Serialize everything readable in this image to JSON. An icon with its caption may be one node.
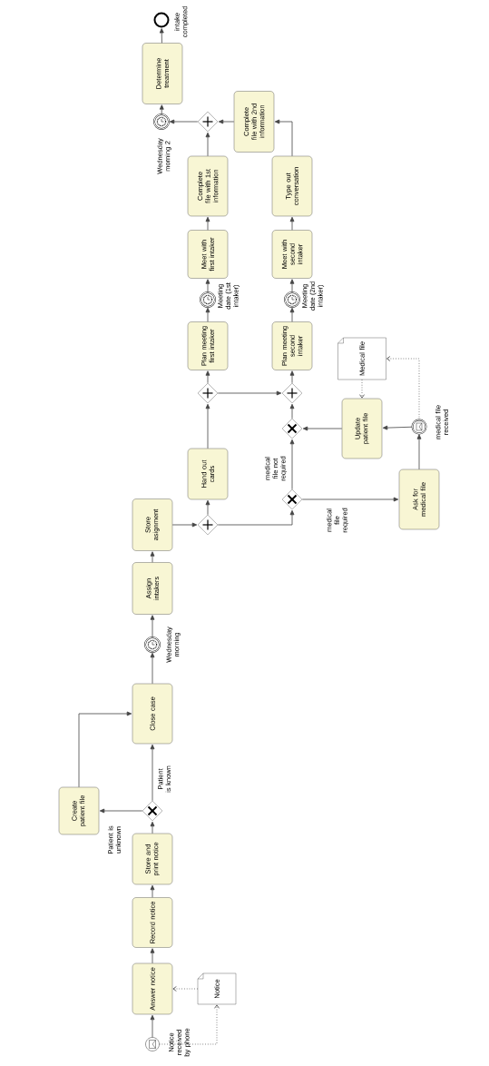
{
  "diagram": {
    "nodes": [
      {
        "text": [],
        "shape": "circle",
        "beside": [
          "Notice received by phone"
        ]
      },
      {
        "text": [
          "Answer notice"
        ]
      },
      {
        "text": [
          "Record notice"
        ]
      },
      {
        "text": [
          "Store and print notice"
        ]
      },
      {
        "text": [
          "Notice"
        ]
      },
      {
        "text": [],
        "shape": "diamond"
      },
      {
        "text": [
          "Create patient file"
        ]
      },
      {
        "text": [
          "Close case"
        ]
      },
      {
        "text": [],
        "shape": "circle",
        "beside": [
          "Wednesday morning"
        ]
      },
      {
        "text": [
          "Assign intakers"
        ]
      },
      {
        "text": [
          "Store asignment"
        ]
      },
      {
        "text": [],
        "shape": "diamond"
      },
      {
        "text": [
          "Hand out cards"
        ]
      },
      {
        "text": [],
        "shape": "diamond"
      },
      {
        "text": [],
        "shape": "diamond"
      },
      {
        "text": [],
        "shape": "diamond"
      },
      {
        "text": [],
        "shape": "diamond"
      },
      {
        "text": [
          "Plan meeting first intaker"
        ]
      },
      {
        "text": [
          "Plan meeting second intaker"
        ]
      },
      {
        "text": [],
        "shape": "circle",
        "beside": [
          "Meeting date (1st intaker)"
        ]
      },
      {
        "text": [],
        "shape": "circle",
        "beside": [
          "Meeting date (2nd intaker)"
        ]
      },
      {
        "text": [
          "Meet with first intaker"
        ]
      },
      {
        "text": [
          "Meet with second intaker"
        ]
      },
      {
        "text": [
          "Complete file with 1st information"
        ]
      },
      {
        "text": [
          "Type out conversation"
        ]
      },
      {
        "text": [
          "Complete file with 2nd information"
        ]
      },
      {
        "text": [],
        "shape": "diamond"
      },
      {
        "text": [],
        "shape": "circle",
        "beside": [
          "Wednesday morning 2"
        ]
      },
      {
        "text": [
          "Determine treatment"
        ]
      },
      {
        "text": [],
        "shape": "circle",
        "beside": [
          "intake completed"
        ]
      },
      {
        "text": [
          "Ask for medical file"
        ]
      },
      {
        "text": [],
        "shape": "circle",
        "beside": [
          "medical file received"
        ]
      },
      {
        "text": [
          "Update patient file"
        ]
      },
      {
        "text": [
          "Medical file"
        ]
      }
    ],
    "edges": [
      {
        "from": 0,
        "to": 1,
        "arrow": "to"
      },
      {
        "from": 0,
        "to": 4,
        "arrow": "to",
        "style": "dashed"
      },
      {
        "from": 4,
        "to": 1,
        "arrow": "to",
        "style": "dashed"
      },
      {
        "from": 1,
        "to": 2,
        "arrow": "to"
      },
      {
        "from": 2,
        "to": 3,
        "arrow": "to"
      },
      {
        "from": 3,
        "to": 5,
        "arrow": "to"
      },
      {
        "from": 5,
        "to": 6,
        "arrow": "to",
        "label": "Patient is unknown"
      },
      {
        "from": 5,
        "to": 7,
        "arrow": "to",
        "label": "Patient is known"
      },
      {
        "from": 6,
        "to": 7,
        "arrow": "to"
      },
      {
        "from": 7,
        "to": 8,
        "arrow": "to"
      },
      {
        "from": 8,
        "to": 9,
        "arrow": "to"
      },
      {
        "from": 9,
        "to": 10,
        "arrow": "to"
      },
      {
        "from": 10,
        "to": 11,
        "arrow": "to"
      },
      {
        "from": 11,
        "to": 12,
        "arrow": "to"
      },
      {
        "from": 11,
        "to": 13,
        "arrow": "to"
      },
      {
        "from": 12,
        "to": 15,
        "arrow": "to"
      },
      {
        "from": 13,
        "to": 14,
        "arrow": "to",
        "label": "medical file not required"
      },
      {
        "from": 13,
        "to": 30,
        "arrow": "to",
        "label": "medical file required"
      },
      {
        "from": 15,
        "to": 16,
        "arrow": "to"
      },
      {
        "from": 15,
        "to": 17,
        "arrow": "to"
      },
      {
        "from": 14,
        "to": 16,
        "arrow": "to"
      },
      {
        "from": 16,
        "to": 18,
        "arrow": "to"
      },
      {
        "from": 17,
        "to": 19,
        "arrow": "to"
      },
      {
        "from": 19,
        "to": 21,
        "arrow": "to"
      },
      {
        "from": 18,
        "to": 20,
        "arrow": "to"
      },
      {
        "from": 20,
        "to": 22,
        "arrow": "to"
      },
      {
        "from": 21,
        "to": 23,
        "arrow": "to"
      },
      {
        "from": 22,
        "to": 24,
        "arrow": "to"
      },
      {
        "from": 23,
        "to": 26,
        "arrow": "to"
      },
      {
        "from": 24,
        "to": 25,
        "arrow": "to"
      },
      {
        "from": 25,
        "to": 26,
        "arrow": "to"
      },
      {
        "from": 26,
        "to": 27,
        "arrow": "to"
      },
      {
        "from": 27,
        "to": 28,
        "arrow": "to"
      },
      {
        "from": 28,
        "to": 29,
        "arrow": "to"
      },
      {
        "from": 30,
        "to": 31,
        "arrow": "to"
      },
      {
        "from": 31,
        "to": 32,
        "arrow": "to"
      },
      {
        "from": 32,
        "to": 14,
        "arrow": "to"
      },
      {
        "from": 31,
        "to": 33,
        "arrow": "to",
        "style": "dashed"
      },
      {
        "from": 33,
        "to": 32,
        "arrow": "to",
        "style": "dashed"
      }
    ]
  }
}
